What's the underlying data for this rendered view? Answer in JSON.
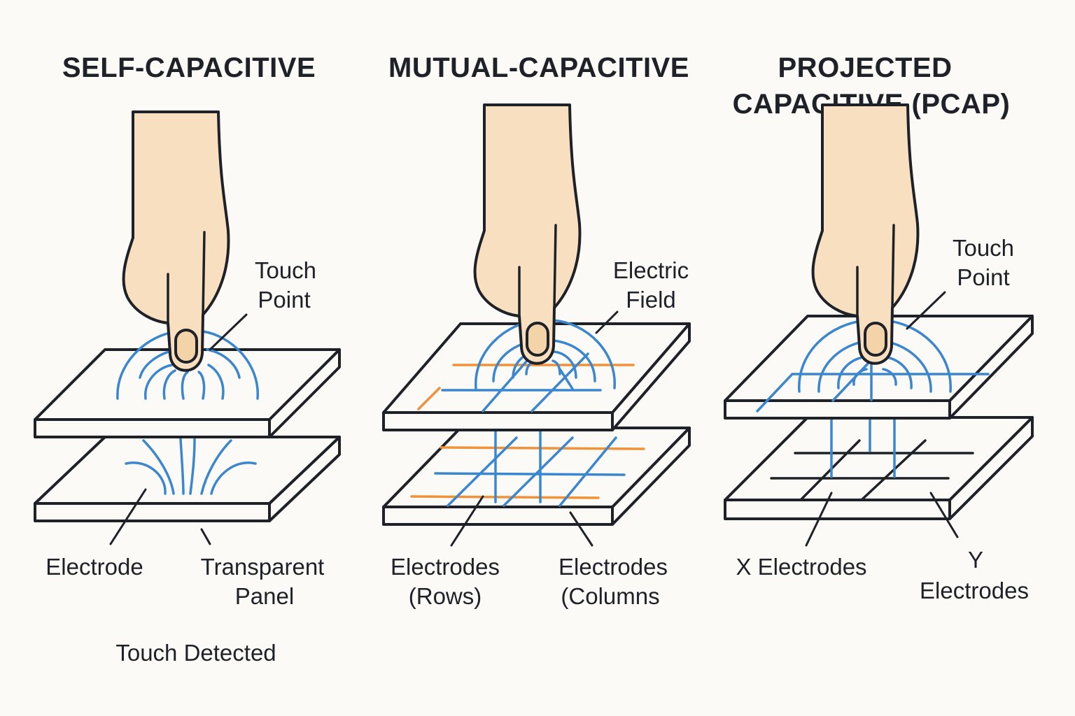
{
  "panels": {
    "self": {
      "title": "SELF-CAPACITIVE",
      "touch_label_line1": "Touch",
      "touch_label_line2": "Point",
      "electrode_label": "Electrode",
      "panel_label_line1": "Transparent",
      "panel_label_line2": "Panel",
      "status": "Touch Detected"
    },
    "mutual": {
      "title": "MUTUAL-CAPACITIVE",
      "field_label_line1": "Electric",
      "field_label_line2": "Field",
      "rows_label_line1": "Electrodes",
      "rows_label_line2": "(Rows)",
      "cols_label_line1": "Electrodes",
      "cols_label_line2": "(Columns"
    },
    "pcap": {
      "title_line1": "PROJECTED",
      "title_line2": "CAPACITIVE (PCAP)",
      "touch_label_line1": "Touch",
      "touch_label_line2": "Point",
      "x_label": "X Electrodes",
      "y_label_line1": "Y",
      "y_label_line2": "Electrodes"
    }
  },
  "colors": {
    "field": "#3a86cf",
    "row_electrode": "#f0923a",
    "finger": "#f7dfbf",
    "outline": "#1e2228"
  },
  "icons": [
    "finger-icon"
  ]
}
